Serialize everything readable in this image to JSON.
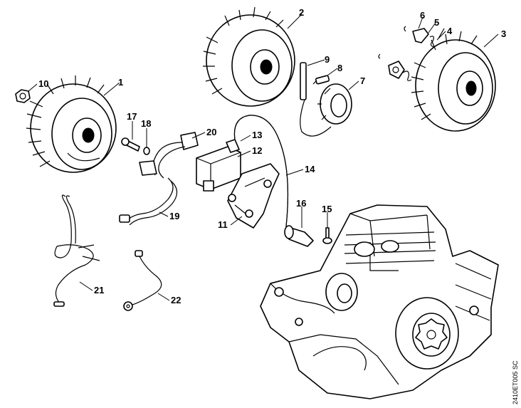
{
  "callouts": [
    {
      "id": "c1",
      "label": "1"
    },
    {
      "id": "c2",
      "label": "2"
    },
    {
      "id": "c3",
      "label": "3"
    },
    {
      "id": "c4",
      "label": "4"
    },
    {
      "id": "c5",
      "label": "5"
    },
    {
      "id": "c6",
      "label": "6"
    },
    {
      "id": "c7",
      "label": "7"
    },
    {
      "id": "c8",
      "label": "8"
    },
    {
      "id": "c9",
      "label": "9"
    },
    {
      "id": "c10",
      "label": "10"
    },
    {
      "id": "c11",
      "label": "11"
    },
    {
      "id": "c12",
      "label": "12"
    },
    {
      "id": "c13",
      "label": "13"
    },
    {
      "id": "c14",
      "label": "14"
    },
    {
      "id": "c15",
      "label": "15"
    },
    {
      "id": "c16",
      "label": "16"
    },
    {
      "id": "c17",
      "label": "17"
    },
    {
      "id": "c18",
      "label": "18"
    },
    {
      "id": "c19",
      "label": "19"
    },
    {
      "id": "c20",
      "label": "20"
    },
    {
      "id": "c21",
      "label": "21"
    },
    {
      "id": "c22",
      "label": "22"
    }
  ],
  "reference_code": "2410ET005 SC"
}
